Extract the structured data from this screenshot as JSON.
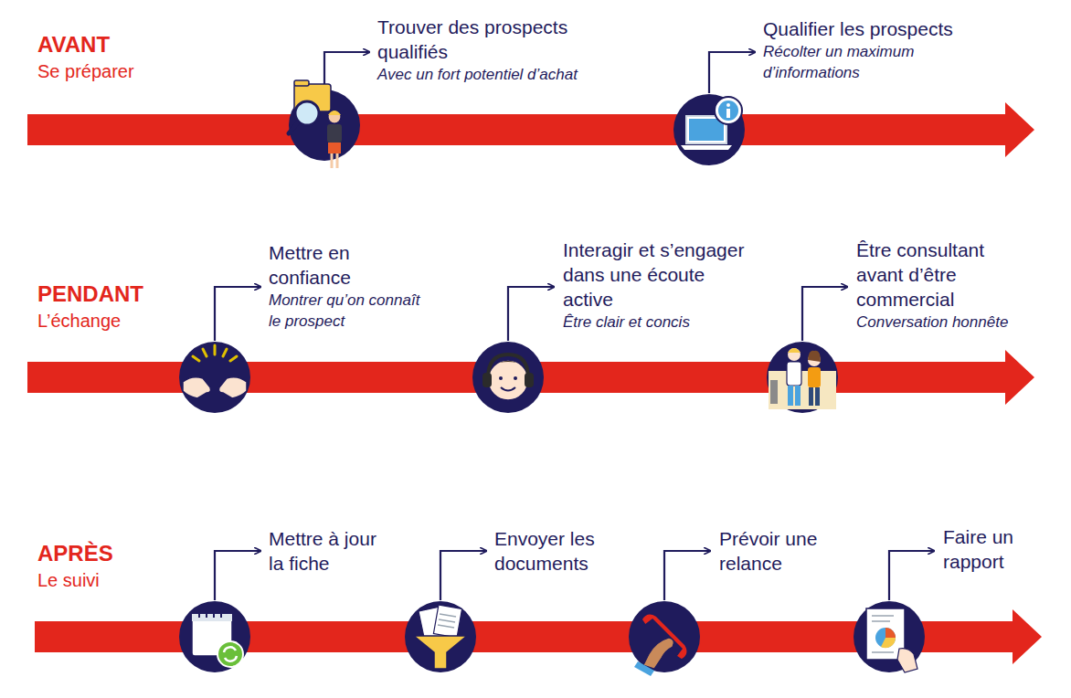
{
  "diagram": {
    "nodes": [
      {
        "text": [
          "AVANT",
          "Se préparer"
        ]
      },
      {
        "text": [
          "Trouver des prospects qualifiés",
          "Avec un fort potentiel d’achat"
        ],
        "in": 0
      },
      {
        "text": [
          "Qualifier les prospects",
          "Récolter un maximum d’informations"
        ],
        "in": 0
      },
      {
        "text": [
          "PENDANT",
          "L’échange"
        ]
      },
      {
        "text": [
          "Mettre en confiance",
          "Montrer qu’on connaît le prospect"
        ],
        "in": 3
      },
      {
        "text": [
          "Interagir et s’engager dans une écoute active",
          "Être clair et concis"
        ],
        "in": 3
      },
      {
        "text": [
          "Être consultant avant d’être commercial",
          "Conversation honnête"
        ],
        "in": 3
      },
      {
        "text": [
          "APRÈS",
          "Le suivi"
        ]
      },
      {
        "text": [
          "Mettre à jour la fiche"
        ],
        "in": 7
      },
      {
        "text": [
          "Envoyer les documents"
        ],
        "in": 7
      },
      {
        "text": [
          "Prévoir une relance"
        ],
        "in": 7
      },
      {
        "text": [
          "Faire un rapport"
        ],
        "in": 7
      }
    ]
  }
}
